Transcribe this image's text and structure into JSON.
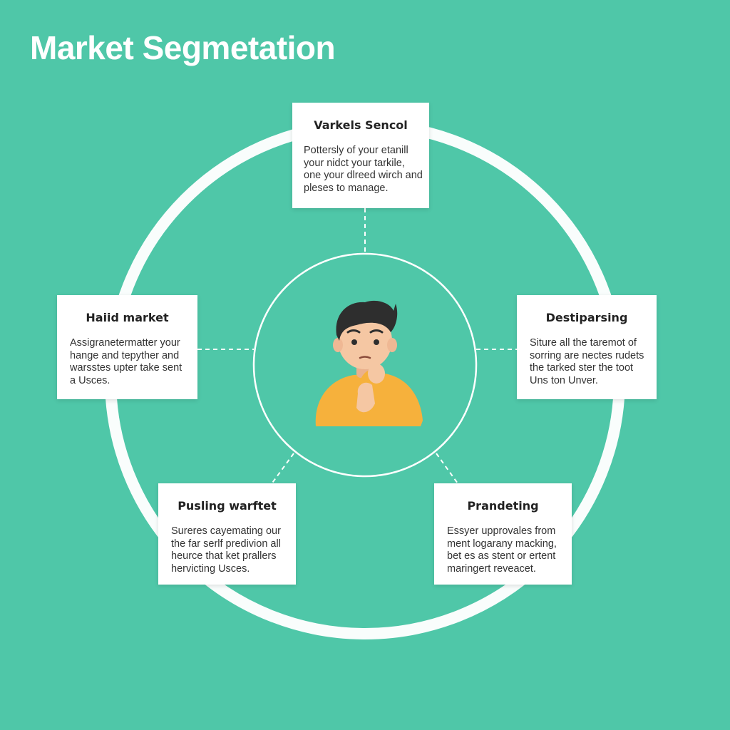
{
  "title": "Market Segmetation",
  "colors": {
    "background": "#4fc7a8",
    "ring": "#ffffff",
    "shirt": "#f6b13c",
    "skin": "#f5c7a3",
    "hair": "#2e2e2e"
  },
  "center_icon": "person-thinking-icon",
  "segments": {
    "top": {
      "title": "Varkels Sencol",
      "lines": [
        "Pottersly of your etanill",
        "your nidct your tarkile,",
        "one your dlreed wirch and",
        "pleses to manage."
      ]
    },
    "left": {
      "title": "Haiid market",
      "lines": [
        "Assigranetermatter your",
        "hange and tepyther and",
        "warsstes upter take sent",
        "a Usces."
      ]
    },
    "right": {
      "title": "Destiparsing",
      "lines": [
        "Siture all the taremot of",
        "sorring are nectes rudets",
        "the tarked ster the toot",
        "Uns ton Unver."
      ]
    },
    "bottom_left": {
      "title": "Pusling warftet",
      "lines": [
        "Sureres cayemating our",
        "the far serlf predivion all",
        "heurce that ket prallers",
        "hervicting Usces."
      ]
    },
    "bottom_right": {
      "title": "Prandeting",
      "lines": [
        "Essyer upprovales from",
        "ment logarany macking,",
        "bet es as stent or ertent",
        "maringert reveacet."
      ]
    }
  }
}
